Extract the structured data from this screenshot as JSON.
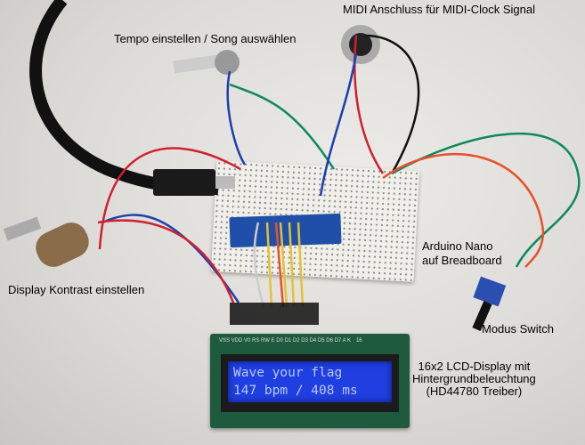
{
  "labels": {
    "midi": "MIDI Anschluss für MIDI-Clock Signal",
    "tempo": "Tempo einstellen / Song auswählen",
    "arduino_line1": "Arduino Nano",
    "arduino_line2": "auf Breadboard",
    "display_contrast": "Display Kontrast einstellen",
    "modus_switch": "Modus Switch",
    "lcd_line1": "16x2 LCD-Display mit",
    "lcd_line2": "Hintergrundbeleuchtung",
    "lcd_line3": "(HD44780 Treiber)"
  },
  "lcd": {
    "row1": "Wave your flag",
    "row2": "147 bpm / 408 ms",
    "pin_labels": "VSS VDD V0 RS RW E D0 D1 D2 D3 D4 D5 D6 D7 A K",
    "pin_count_label": "16"
  }
}
